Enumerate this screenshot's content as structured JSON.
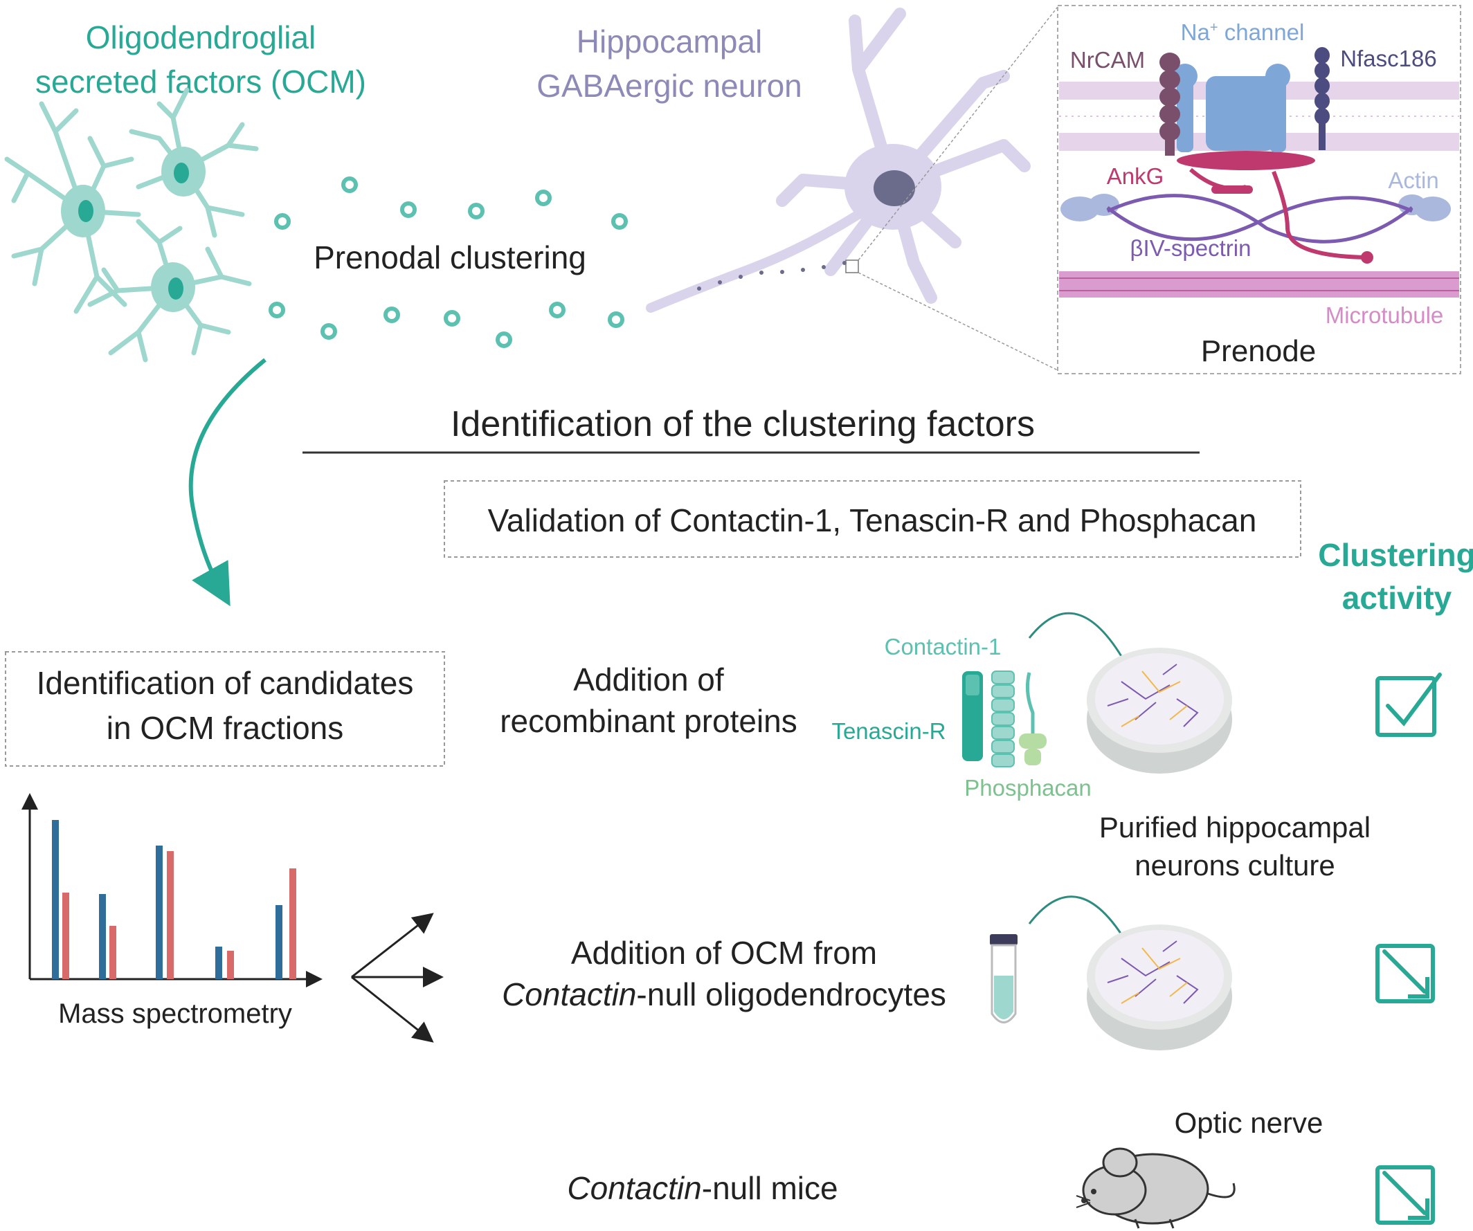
{
  "colors": {
    "teal": "#27a995",
    "teal_light": "#9ed7cd",
    "lavender": "#8e8ab8",
    "lavender_light": "#d9d3ec",
    "na_blue": "#7ea7d8",
    "nrcam": "#7a4f6b",
    "ankg": "#c0396e",
    "spectrin": "#7b5ab0",
    "nfasc": "#4c4c80",
    "microtubule": "#d48bc6",
    "bar_blue": "#2f6d9a",
    "bar_red": "#d96a6a",
    "dark": "#222222"
  },
  "labels": {
    "ocm_line1": "Oligodendroglial",
    "ocm_line2": "secreted factors (OCM)",
    "neuron_line1": "Hippocampal",
    "neuron_line2": "GABAergic neuron",
    "prenodal": "Prenodal clustering",
    "title": "Identification of the clustering factors",
    "validation": "Validation of Contactin-1, Tenascin-R and Phosphacan",
    "clustering_line1": "Clustering",
    "clustering_line2": "activity",
    "candidates_line1": "Identification of candidates",
    "candidates_line2": "in OCM fractions",
    "mass_spec": "Mass spectrometry",
    "recomb_line1": "Addition of",
    "recomb_line2": "recombinant proteins",
    "ocm_null_line1": "Addition of OCM from",
    "ocm_null_italic": "Contactin",
    "ocm_null_rest": "-null oligodendrocytes",
    "mice_italic": "Contactin",
    "mice_rest": "-null mice",
    "purified_line1": "Purified hippocampal",
    "purified_line2": "neurons culture",
    "optic_nerve": "Optic nerve",
    "contactin1": "Contactin-1",
    "tenascin": "Tenascin-R",
    "phosphacan": "Phosphacan"
  },
  "prenode": {
    "na_channel": "Na",
    "na_sup": "+",
    "na_rest": " channel",
    "nrcam": "NrCAM",
    "nfasc": "Nfasc186",
    "ankg": "AnkG",
    "actin": "Actin",
    "spectrin": "βIV-spectrin",
    "microtubule": "Microtubule",
    "prenode": "Prenode"
  },
  "results": {
    "recombinant": "check-icon",
    "ocm_null": "decrease-arrow-icon",
    "mice": "decrease-arrow-icon"
  }
}
